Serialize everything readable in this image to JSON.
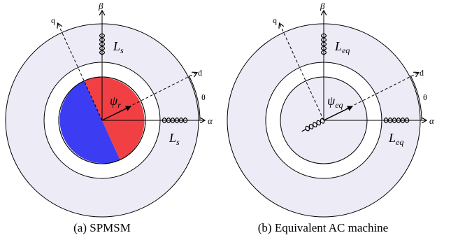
{
  "colors": {
    "stator": "#ECEBF6",
    "rotor_north": "#F04043",
    "rotor_south": "#3C3CF2",
    "stroke": "#000000"
  },
  "panel_a": {
    "caption": "(a) SPMSM",
    "axis_alpha": "α",
    "axis_beta": "β",
    "axis_d": "d",
    "axis_q": "q",
    "angle_label": "θ",
    "inductance_top": {
      "main": "L",
      "sub": "s"
    },
    "inductance_right": {
      "main": "L",
      "sub": "s"
    },
    "flux": {
      "main": "ψ",
      "sub": "r"
    }
  },
  "panel_b": {
    "caption": "(b) Equivalent AC machine",
    "axis_alpha": "α",
    "axis_beta": "β",
    "axis_d": "d",
    "axis_q": "q",
    "angle_label": "θ",
    "inductance_top": {
      "main": "L",
      "sub": "eq"
    },
    "inductance_right": {
      "main": "L",
      "sub": "eq"
    },
    "flux": {
      "main": "ψ",
      "sub": "eq"
    }
  }
}
